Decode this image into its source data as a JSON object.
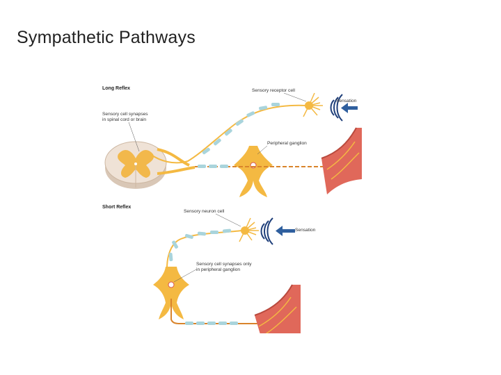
{
  "slide": {
    "title": "Sympathetic Pathways"
  },
  "diagram": {
    "long_reflex": {
      "heading": "Long Reflex",
      "labels": {
        "sensory_receptor_cell": "Sensory receptor cell",
        "sensation": "Sensation",
        "sensory_cell_synapses_line1": "Sensory cell synapses",
        "sensory_cell_synapses_line2": "in spinal cord or brain",
        "peripheral_ganglion": "Peripheral ganglion"
      }
    },
    "short_reflex": {
      "heading": "Short Reflex",
      "labels": {
        "sensory_neuron_cell": "Sensory neuron cell",
        "sensation": "Sensation",
        "synapses_line1": "Sensory cell synapses only",
        "synapses_line2": "in peripheral ganglion"
      }
    },
    "colors": {
      "neuron": "#f4b942",
      "axon_segment": "#a9d4dc",
      "spinal_gray": "#f2b84b",
      "spinal_outer": "#efe2d6",
      "tissue": "#e0685a",
      "arrow": "#2f5f9e",
      "wave": "#1f3f7a"
    }
  }
}
